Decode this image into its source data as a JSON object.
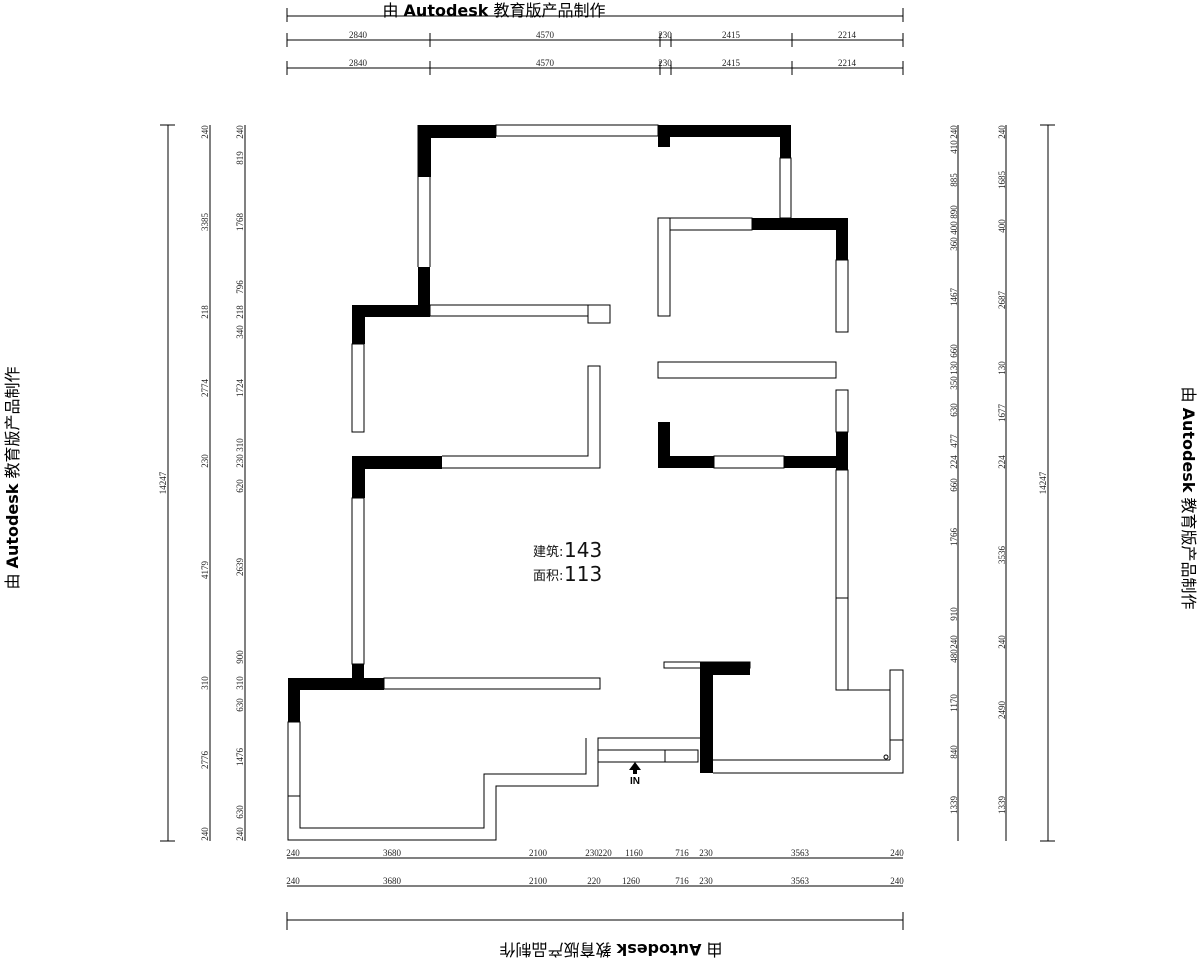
{
  "watermark": {
    "text_prefix": "由",
    "brand": "Autodesk",
    "text_suffix": "教育版产品制作"
  },
  "plan": {
    "label_building": "建筑:",
    "value_building": "143",
    "label_area": "面积:",
    "value_area": "113",
    "entrance_label": "IN"
  },
  "dimensions": {
    "top_row1": [
      "2840",
      "4570",
      "230",
      "2415",
      "2214"
    ],
    "top_row2": [
      "2840",
      "4570",
      "230",
      "2415",
      "2214"
    ],
    "bottom_row1": [
      "240",
      "3680",
      "2100",
      "230",
      "220",
      "1160",
      "716",
      "230",
      "3563",
      "240"
    ],
    "bottom_row2": [
      "240",
      "3680",
      "2100",
      "220",
      "1260",
      "716",
      "230",
      "3563",
      "240"
    ],
    "left_total": "14247",
    "left_outer": [
      "240",
      "3385",
      "218",
      "2774",
      "230",
      "4179",
      "310",
      "2776",
      "240"
    ],
    "left_inner": [
      "240",
      "819",
      "1768",
      "796",
      "218",
      "340",
      "1724",
      "310",
      "230",
      "620",
      "2639",
      "900",
      "310",
      "630",
      "1476",
      "630",
      "240"
    ],
    "right_inner": [
      "240",
      "410",
      "885",
      "890",
      "400",
      "360",
      "1467",
      "660",
      "130",
      "350",
      "630",
      "477",
      "224",
      "660",
      "1766",
      "910",
      "240",
      "480",
      "1170",
      "840",
      "1339"
    ],
    "right_outer": [
      "240",
      "1685",
      "400",
      "2687",
      "130",
      "1677",
      "224",
      "3536",
      "240",
      "2490",
      "1339"
    ],
    "right_total": "14247"
  }
}
